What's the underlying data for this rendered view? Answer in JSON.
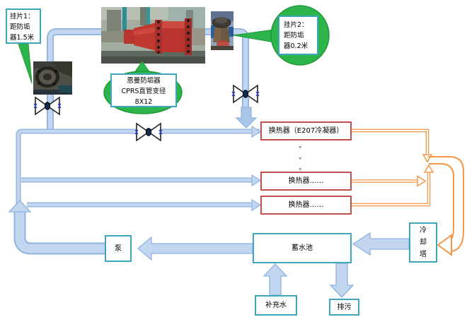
{
  "callout1": {
    "line1": "挂片1：",
    "line2": "距防垢",
    "line3": "器1.5米"
  },
  "callout2": {
    "line1": "挂片2：",
    "line2": "距防垢",
    "line3": "器0.2米"
  },
  "device_callout": {
    "line1": "恩曼防垢器",
    "line2": "CPRS直管变径",
    "line3": "8X12"
  },
  "nodes": {
    "exchanger1": "换热器（E207冷凝器）",
    "exchanger2": "换热器……",
    "exchanger3": "换热器……",
    "pump": "泵",
    "reservoir": "蓄水池",
    "cooling_tower": {
      "c1": "冷",
      "c2": "却",
      "c3": "塔"
    },
    "makeup": "补充水",
    "blowdown": "排污",
    "dots": {
      "d1": "。",
      "d2": "。",
      "d3": "。"
    }
  },
  "colors": {
    "pipe_fill": "#c2d6ef",
    "pipe_stroke": "#8fb3df",
    "orange_line": "#f79646",
    "exchanger_border": "#c0504d",
    "teal_border": "#3fa7bd",
    "callout_green": "#2db44a"
  }
}
